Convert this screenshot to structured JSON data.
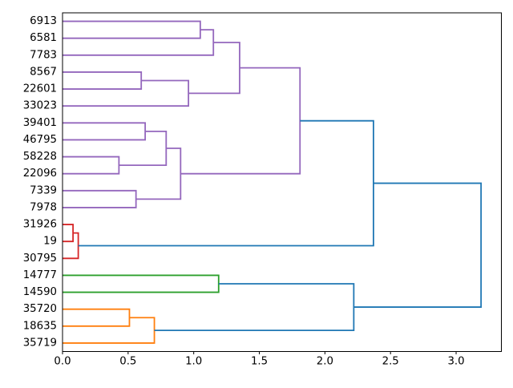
{
  "figure": {
    "title": "",
    "background": "#ffffff"
  },
  "chart_data": {
    "type": "dendrogram",
    "orientation": "right",
    "title": "",
    "xlabel": "",
    "ylabel": "",
    "grid": false,
    "legend": null,
    "xlim": [
      0,
      3.345
    ],
    "ylim": [
      0,
      200
    ],
    "x_ticks": [
      {
        "value": 0.0,
        "label": "0.0"
      },
      {
        "value": 0.5,
        "label": "0.5"
      },
      {
        "value": 1.0,
        "label": "1.0"
      },
      {
        "value": 1.5,
        "label": "1.5"
      },
      {
        "value": 2.0,
        "label": "2.0"
      },
      {
        "value": 2.5,
        "label": "2.5"
      },
      {
        "value": 3.0,
        "label": "3.0"
      }
    ],
    "leaves": [
      "6913",
      "6581",
      "7783",
      "8567",
      "22601",
      "33023",
      "39401",
      "46795",
      "58228",
      "22096",
      "7339",
      "7978",
      "31926",
      "19",
      "30795",
      "14777",
      "14590",
      "35720",
      "18635",
      "35719"
    ],
    "link_colors": {
      "blue": "#1f77b4",
      "orange": "#ff7f0e",
      "green": "#2ca02c",
      "red": "#d62728",
      "purple": "#9467bd"
    },
    "merges": [
      {
        "children": [
          "L0",
          "L1"
        ],
        "distance": 1.05,
        "color": "purple"
      },
      {
        "children": [
          "M0",
          "L2"
        ],
        "distance": 1.15,
        "color": "purple"
      },
      {
        "children": [
          "L3",
          "L4"
        ],
        "distance": 0.6,
        "color": "purple"
      },
      {
        "children": [
          "M2",
          "L5"
        ],
        "distance": 0.96,
        "color": "purple"
      },
      {
        "children": [
          "M1",
          "M3"
        ],
        "distance": 1.35,
        "color": "purple"
      },
      {
        "children": [
          "L6",
          "L7"
        ],
        "distance": 0.63,
        "color": "purple"
      },
      {
        "children": [
          "L8",
          "L9"
        ],
        "distance": 0.43,
        "color": "purple"
      },
      {
        "children": [
          "M5",
          "M6"
        ],
        "distance": 0.79,
        "color": "purple"
      },
      {
        "children": [
          "L10",
          "L11"
        ],
        "distance": 0.56,
        "color": "purple"
      },
      {
        "children": [
          "M7",
          "M8"
        ],
        "distance": 0.9,
        "color": "purple"
      },
      {
        "children": [
          "M4",
          "M9"
        ],
        "distance": 1.81,
        "color": "purple"
      },
      {
        "children": [
          "L12",
          "L13"
        ],
        "distance": 0.08,
        "color": "red"
      },
      {
        "children": [
          "M11",
          "L14"
        ],
        "distance": 0.12,
        "color": "red"
      },
      {
        "children": [
          "L15",
          "L16"
        ],
        "distance": 1.19,
        "color": "green"
      },
      {
        "children": [
          "L17",
          "L18"
        ],
        "distance": 0.51,
        "color": "orange"
      },
      {
        "children": [
          "M14",
          "L19"
        ],
        "distance": 0.7,
        "color": "orange"
      },
      {
        "children": [
          "M10",
          "M12"
        ],
        "distance": 2.37,
        "color": "blue"
      },
      {
        "children": [
          "M13",
          "M15"
        ],
        "distance": 2.22,
        "color": "blue"
      },
      {
        "children": [
          "M16",
          "M17"
        ],
        "distance": 3.19,
        "color": "blue"
      }
    ]
  }
}
